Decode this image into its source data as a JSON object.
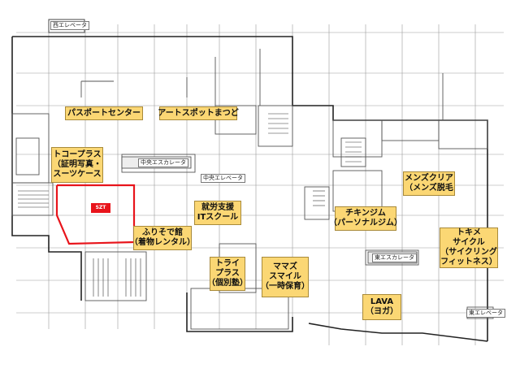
{
  "map": {
    "elevators": {
      "west": "西エレベータ",
      "center": "中央エレベータ",
      "east": "東エレベータ"
    },
    "escalators": {
      "center": "中央エスカレータ",
      "east": "東エスカレータ"
    },
    "current_location_marker": "SZT",
    "tenants": [
      {
        "lines": [
          "パスポートセンター"
        ]
      },
      {
        "lines": [
          "アートスポットまつど"
        ]
      },
      {
        "lines": [
          "トコープラス",
          "（証明写真・",
          "スーツケース"
        ]
      },
      {
        "lines": [
          "就労支援",
          "ITスクール"
        ]
      },
      {
        "lines": [
          "ふりそで館",
          "（着物レンタル）"
        ]
      },
      {
        "lines": [
          "トライ",
          "プラス",
          "（個別塾）"
        ]
      },
      {
        "lines": [
          "ママズ",
          "スマイル",
          "（一時保育）"
        ]
      },
      {
        "lines": [
          "チキンジム",
          "（パーソナルジム）"
        ]
      },
      {
        "lines": [
          "メンズクリア",
          "（メンズ脱毛"
        ]
      },
      {
        "lines": [
          "トキメ",
          "サイクル",
          "（サイクリング",
          "フィットネス）"
        ]
      },
      {
        "lines": [
          "LAVA",
          "（ヨガ）"
        ]
      }
    ],
    "colors": {
      "tenant_fill": "#fbd774",
      "highlight": "#e8141b",
      "lines": "#333333"
    }
  }
}
